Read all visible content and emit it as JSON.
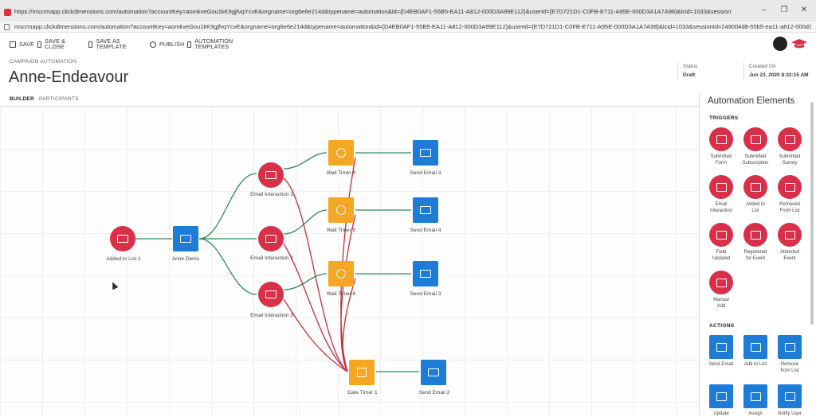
{
  "browser": {
    "window_title": "https://mscrmapp.clickdimensions.com/automation?accountKey=aomkveGou1kK9gjfvqYcvE&orgname=org6e6e214d&typename=automation&id={D4EB0AF1-55B5-EA11-A812-000D3A99E112}&userid={E7D721D1-C0FB-E711-A95E-000D3A1A7A98}&lcid=1033&sessionId=249004d8-55b5-ea11-a812-000d3a99e112 - Google Chr...",
    "url": "mscrmapp.clickdimensions.com/automation?accountKey=aomkveGou1kK9gjfvqYcvE&orgname=org6e6e214d&typename=automation&id={D4EB0AF1-55B5-EA11-A812-000D3A99E112}&userid={E7D721D1-C0FB-E711-A95E-000D3A1A7A98}&lcid=1033&sessionId=249004d8-55b5-ea11-a812-000d3..."
  },
  "toolbar": {
    "save": "SAVE",
    "save_close": "SAVE & CLOSE",
    "save_template": "SAVE AS TEMPLATE",
    "publish": "PUBLISH",
    "templates": "AUTOMATION TEMPLATES"
  },
  "header": {
    "breadcrumb": "CAMPAIGN AUTOMATION",
    "title": "Anne-Endeavour",
    "status_label": "Status",
    "status_value": "Draft",
    "created_label": "Created On",
    "created_value": "Jun 23, 2020 8:32:15 AM"
  },
  "tabs": {
    "builder": "BUILDER",
    "participants": "PARTICIPANTS"
  },
  "nodes": {
    "added_to_list": "Added to List 1",
    "anne_demo": "Anne Demo",
    "email_interaction_1": "Email Interaction 1",
    "email_interaction_2": "Email Interaction 2",
    "email_interaction_3": "Email Interaction 3",
    "wait_timer_4": "Wait Timer 4",
    "wait_timer_5": "Wait Timer 5",
    "wait_timer_6": "Wait Timer 6",
    "send_email_3a": "Send Email 3",
    "send_email_4": "Send Email 4",
    "send_email_3b": "Send Email 3",
    "date_timer_1": "Date Timer 1",
    "send_email_2": "Send Email 2"
  },
  "panel": {
    "title": "Automation Elements",
    "triggers_heading": "TRIGGERS",
    "actions_heading": "ACTIONS",
    "triggers": [
      {
        "label1": "Submitted",
        "label2": "Form"
      },
      {
        "label1": "Submitted",
        "label2": "Subscription"
      },
      {
        "label1": "Submitted",
        "label2": "Survey"
      },
      {
        "label1": "Email",
        "label2": "Interaction"
      },
      {
        "label1": "Added to",
        "label2": "List"
      },
      {
        "label1": "Removed",
        "label2": "From List"
      },
      {
        "label1": "Field",
        "label2": "Updated"
      },
      {
        "label1": "Registered",
        "label2": "for Event"
      },
      {
        "label1": "Attended",
        "label2": "Event"
      },
      {
        "label1": "Manual",
        "label2": "Add"
      }
    ],
    "actions": [
      {
        "label1": "Send Email",
        "label2": ""
      },
      {
        "label1": "Add to List",
        "label2": ""
      },
      {
        "label1": "Remove",
        "label2": "from List"
      },
      {
        "label1": "Update",
        "label2": ""
      },
      {
        "label1": "Assign",
        "label2": ""
      },
      {
        "label1": "Notify User",
        "label2": ""
      }
    ]
  },
  "colors": {
    "trigger_red": "#d9304a",
    "action_blue": "#1c7cd6",
    "timer_orange": "#f5a623",
    "connector_green": "#2e8b57",
    "connector_red": "#c0303c"
  }
}
